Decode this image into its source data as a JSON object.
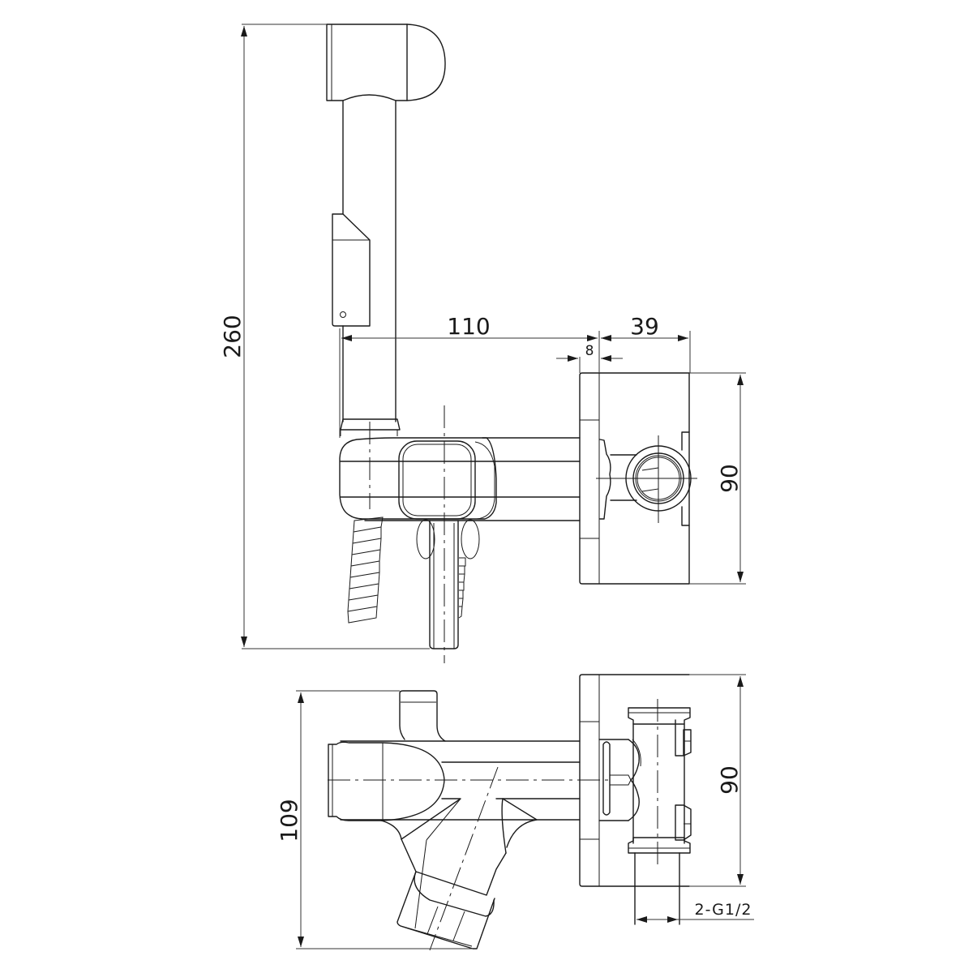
{
  "drawing": {
    "subject": "Bidet shower faucet set with hand shower, holder and wall valve",
    "line_color": "#1a1a1a",
    "background": "#ffffff"
  },
  "views": {
    "front": {
      "dimensions": {
        "total_height": "260",
        "projection_length": "110",
        "plate_depth": "39",
        "plate_thickness": "8",
        "plate_height": "90"
      }
    },
    "top": {
      "dimensions": {
        "total_depth": "109",
        "plate_height": "90",
        "connection_thread": "2-G1/2"
      }
    }
  }
}
